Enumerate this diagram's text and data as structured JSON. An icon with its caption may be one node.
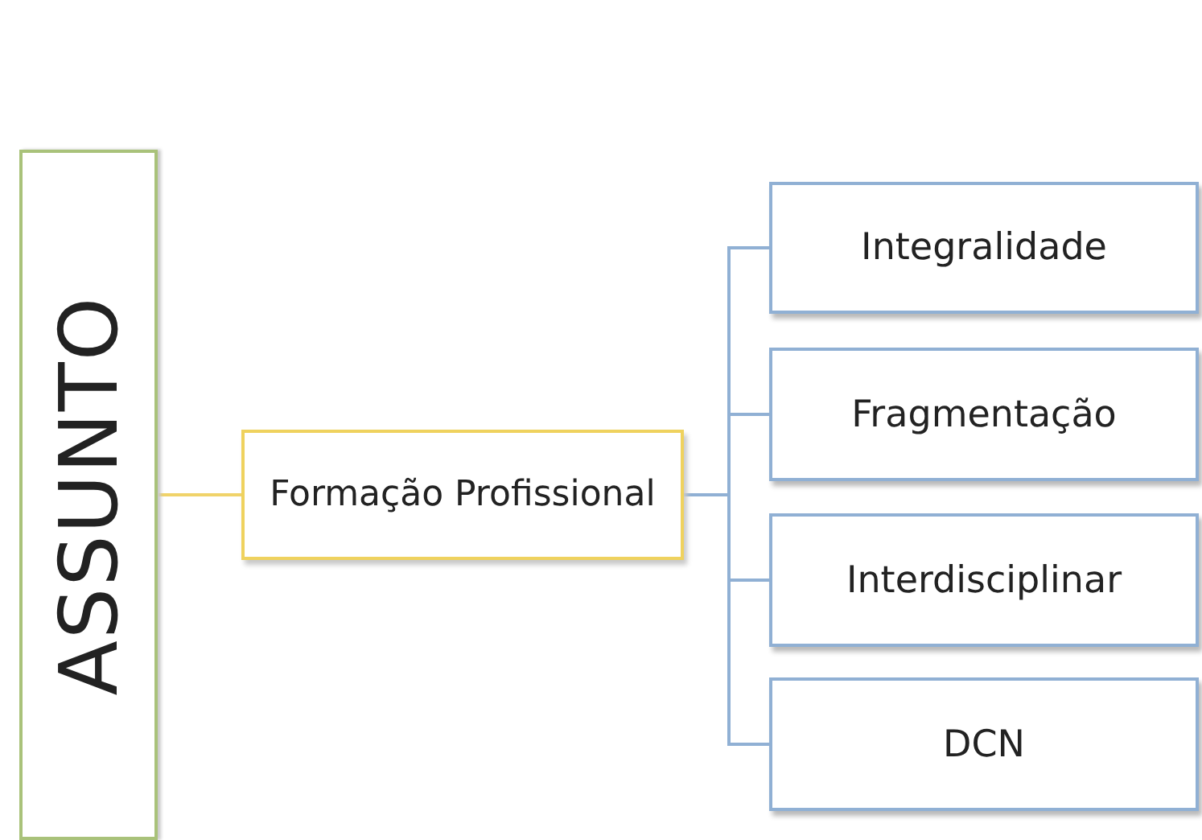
{
  "diagram": {
    "nodes": [
      {
        "text": [
          "ASSUNTO"
        ]
      },
      {
        "text": [
          "Formação Profissional"
        ]
      },
      {
        "text": [
          "Integralidade"
        ]
      },
      {
        "text": [
          "Fragmentação"
        ]
      },
      {
        "text": [
          "Interdisciplinar"
        ]
      },
      {
        "text": [
          "DCN"
        ]
      }
    ],
    "edges": [
      {
        "from": 0,
        "to": 1,
        "arrow": "none",
        "color": "#f0d36a"
      },
      {
        "from": 1,
        "to": 2,
        "arrow": "none"
      },
      {
        "from": 1,
        "to": 3,
        "arrow": "none"
      },
      {
        "from": 1,
        "to": 4,
        "arrow": "none"
      },
      {
        "from": 1,
        "to": 5,
        "arrow": "none"
      }
    ]
  }
}
